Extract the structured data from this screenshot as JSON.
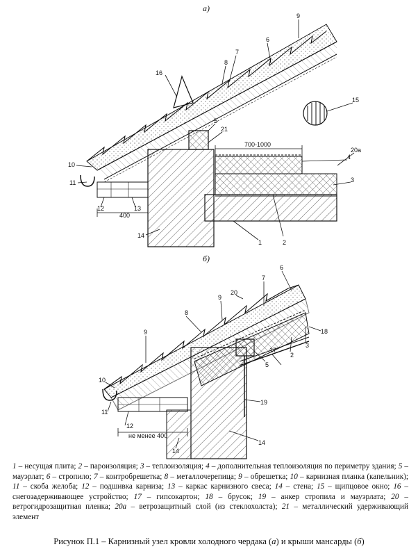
{
  "figure": {
    "sub_a": "а)",
    "sub_b": "б)",
    "dims": {
      "a_700_1000": "700-1000",
      "a_400": "400",
      "b_400": "не менее  400"
    },
    "labels_a": [
      "1",
      "2",
      "3",
      "4",
      "5",
      "6",
      "7",
      "8",
      "9",
      "10",
      "11",
      "12",
      "13",
      "14",
      "15",
      "16",
      "20а",
      "21"
    ],
    "labels_b": [
      "2",
      "3",
      "5",
      "6",
      "7",
      "8",
      "9",
      "9",
      "10",
      "11",
      "12",
      "14",
      "14",
      "17",
      "18",
      "19",
      "20"
    ]
  },
  "legend": {
    "l1": "1",
    "t1": " – несущая плита; ",
    "l2": "2",
    "t2": " – пароизоляция; ",
    "l3": "3",
    "t3": " – теплоизоляция; ",
    "l4": "4",
    "t4": " – дополнительная теплоизоляция по периметру здания; ",
    "l5": "5",
    "t5": " – мауэрлат; ",
    "l6": "6",
    "t6": " – стропило; ",
    "l7": "7",
    "t7": " – контробрешетка; ",
    "l8": "8",
    "t8": " – металлочерепица; ",
    "l9": "9",
    "t9": " – обрешетка; ",
    "l10": "10",
    "t10": " – карнизная планка (капельник); ",
    "l11": "11",
    "t11": " – скоба желоба; ",
    "l12": "12",
    "t12": " – подшивка карниза; ",
    "l13": "13",
    "t13": " – каркас карнизного свеса; ",
    "l14": "14",
    "t14": " – стена; ",
    "l15": "15",
    "t15": " – щипцовое окно; ",
    "l16": "16",
    "t16": " – снегозадерживающее устройство; ",
    "l17": "17",
    "t17": " – гипсокартон; ",
    "l18": "18",
    "t18": " – брусок; ",
    "l19": "19",
    "t19": " – анкер стропила и мауэрлата; ",
    "l20": "20",
    "t20": " – ветрогидрозащитная пленка; ",
    "l20a": "20а",
    "t20a": " – ветрозащитный слой (из стеклохолста); ",
    "l21": "21",
    "t21": " – металлический удерживающий элемент"
  },
  "title": {
    "prefix": "Рисунок П.1 –  Карнизный узел кровли холодного чердака (",
    "a": "а",
    "mid": ") и крыши мансарды (",
    "b": "б",
    "suffix": ")"
  }
}
